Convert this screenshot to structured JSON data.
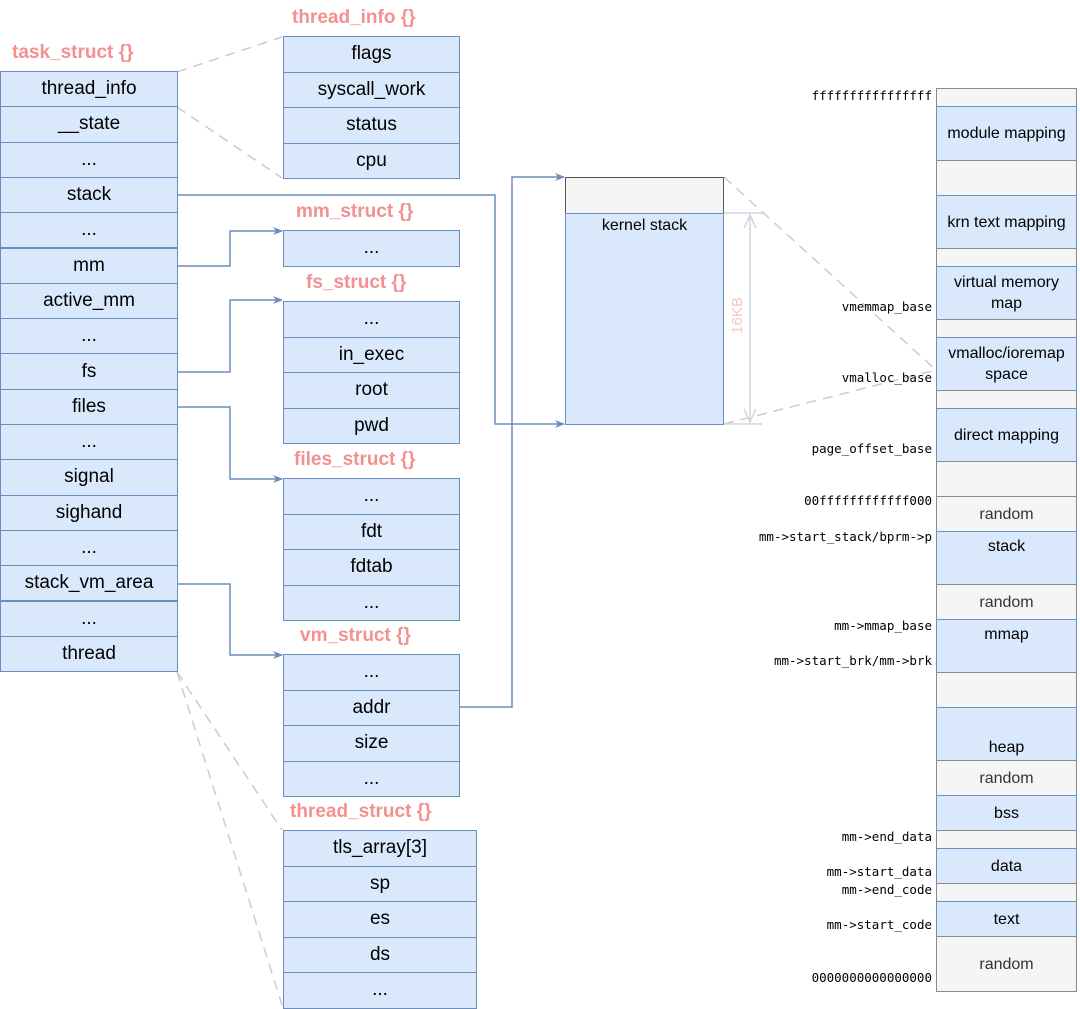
{
  "task_struct": {
    "title": "task_struct {}",
    "fields": [
      "thread_info",
      "__state",
      "...",
      "stack",
      "...",
      "mm",
      "active_mm",
      "...",
      "fs",
      "files",
      "...",
      "signal",
      "sighand",
      "...",
      "stack_vm_area",
      "...",
      "thread"
    ]
  },
  "thread_info": {
    "title": "thread_info {}",
    "fields": [
      "flags",
      "syscall_work",
      "status",
      "cpu"
    ]
  },
  "mm_struct": {
    "title": "mm_struct {}",
    "fields": [
      "..."
    ]
  },
  "fs_struct": {
    "title": "fs_struct {}",
    "fields": [
      "...",
      "in_exec",
      "root",
      "pwd"
    ]
  },
  "files_struct": {
    "title": "files_struct {}",
    "fields": [
      "...",
      "fdt",
      "fdtab",
      "..."
    ]
  },
  "vm_struct": {
    "title": "vm_struct {}",
    "fields": [
      "...",
      "addr",
      "size",
      "..."
    ]
  },
  "thread_struct": {
    "title": "thread_struct {}",
    "fields": [
      "tls_array[3]",
      "sp",
      "es",
      "ds",
      "..."
    ]
  },
  "kernel_stack": {
    "label": "kernel stack",
    "size": "16KB"
  },
  "memory_map": {
    "regions": [
      "",
      "module mapping",
      "",
      "krn text mapping",
      "",
      "virtual memory map",
      "",
      "vmalloc/ioremap space",
      "",
      "direct mapping",
      "",
      "random",
      "stack",
      "random",
      "mmap",
      "",
      "heap",
      "random",
      "bss",
      "",
      "data",
      "",
      "text",
      "random"
    ],
    "address_labels": [
      "ffffffffffffffff",
      "vmemmap_base",
      "vmalloc_base",
      "page_offset_base",
      "00ffffffffffff000",
      "mm->start_stack/bprm->p",
      "mm->mmap_base",
      "mm->start_brk/mm->brk",
      "mm->end_data",
      "mm->start_data",
      "mm->end_code",
      "mm->start_code",
      "0000000000000000"
    ]
  },
  "colors": {
    "box_fill": "#dae8fc",
    "box_border": "#6c8ebf",
    "title": "#f3918f",
    "gray_fill": "#f5f5f5",
    "dashed": "#cccccc"
  }
}
